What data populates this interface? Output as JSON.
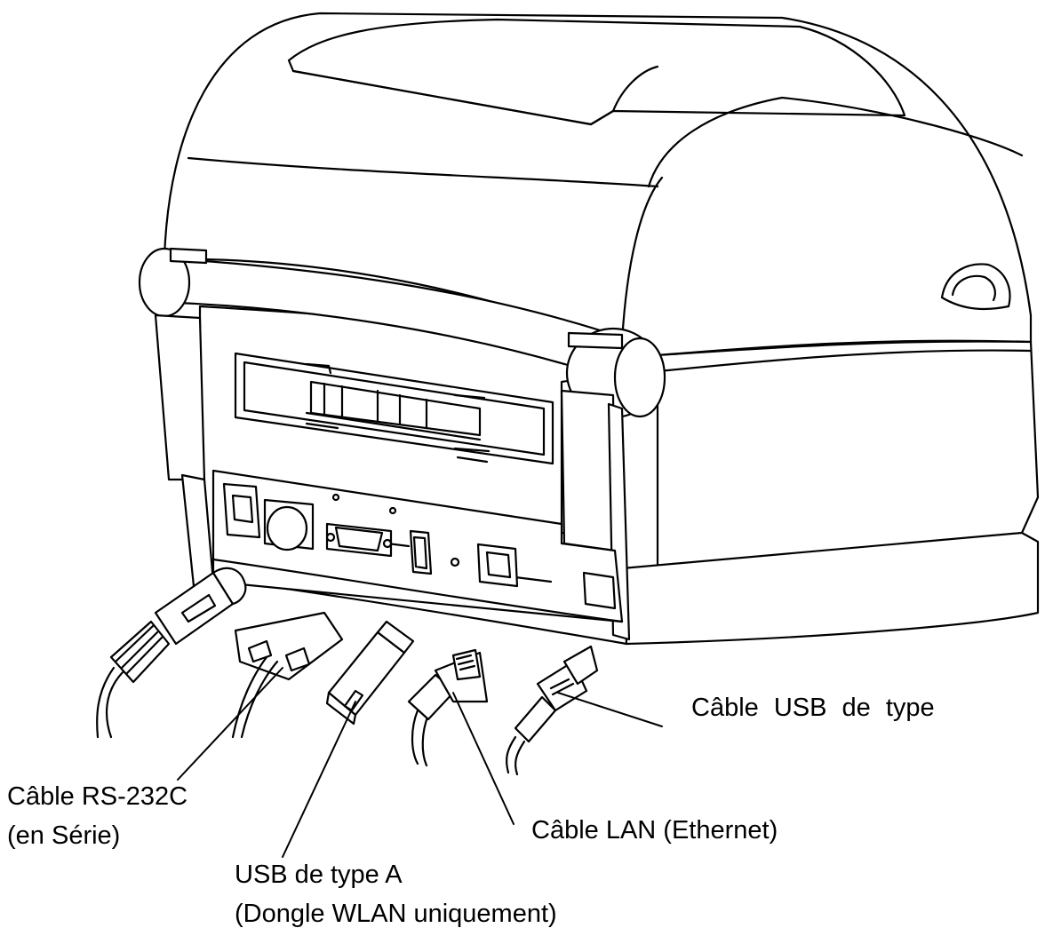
{
  "diagram": {
    "labels": {
      "rs232": {
        "line1": "Câble RS-232C",
        "line2": "(en Série)"
      },
      "lan": {
        "line1": "Câble LAN (Ethernet)"
      },
      "usb_b": {
        "line1": "Câble USB de type"
      },
      "usb_a": {
        "line1": "USB de type A",
        "line2": "(Dongle WLAN uniquement)"
      }
    },
    "colors": {
      "line": "#000000",
      "fill": "#ffffff"
    }
  }
}
